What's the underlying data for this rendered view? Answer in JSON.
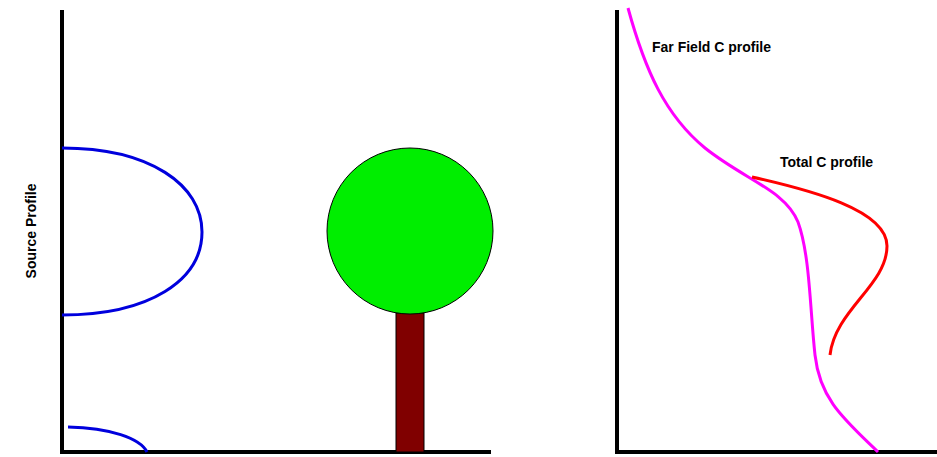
{
  "diagram": {
    "labels": [
      "Source Profile",
      "Far Field C profile",
      "Total C profile"
    ]
  }
}
